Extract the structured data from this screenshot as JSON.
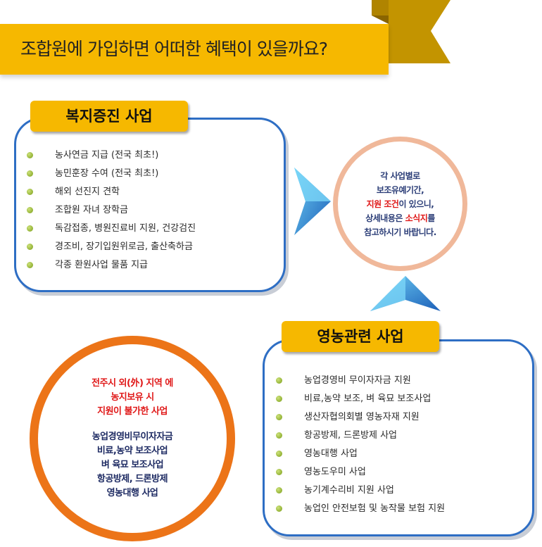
{
  "header": {
    "title": "조합원에 가입하면 어떠한 혜택이 있을까요?"
  },
  "welfare": {
    "title": "복지증진 사업",
    "items": [
      "농사연금 지급 (전국 최초!)",
      "농민훈장 수여 (전국 최초!)",
      "해외 선진지 견학",
      "조합원 자녀 장학금",
      "독감접종, 병원진료비 지원, 건강검진",
      "경조비, 장기입원위로금, 출산축하금",
      "각종 환원사업 물품 지급"
    ]
  },
  "notice": {
    "line1": "각 사업별로",
    "line2_red": "보조유예기간,",
    "line3_red": "지원 조건",
    "line3_rest": "이 있으니,",
    "line4_pre": "상세내용은 ",
    "line4_red": "소식지",
    "line4_post": "를",
    "line5": "참고하시기 바랍니다."
  },
  "farming": {
    "title": "영농관련 사업",
    "items": [
      "농업경영비 무이자자금 지원",
      "비료,농약 보조, 벼 육묘 보조사업",
      "생산자협의회별 영농자재 지원",
      "항공방제, 드론방제 사업",
      "영농대행 사업",
      "영농도우미 사업",
      "농기계수리비 지원 사업",
      "농업인 안전보험 및 농작물 보험 지원"
    ]
  },
  "outside": {
    "red_lines": [
      "전주시 외(外) 지역 에",
      "농지보유 시",
      "지원이 불가한 사업"
    ],
    "blue_lines": [
      "농업경영비무이자자금",
      "비료,농약 보조사업",
      "벼 육묘 보조사업",
      "항공방제, 드론방제",
      "영농대행 사업"
    ]
  },
  "colors": {
    "accent_yellow": "#f6b800",
    "ribbon_fold": "#b88a00",
    "box_border": "#2e6ec4",
    "notice_ring": "#f0b89a",
    "outside_ring": "#ec7418",
    "highlight_red": "#e01818",
    "bullet_green": "#7a9d18"
  }
}
